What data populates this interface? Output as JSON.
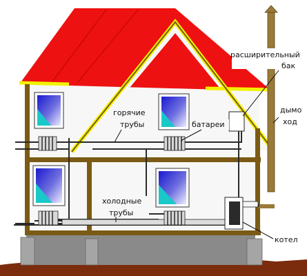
{
  "labels": {
    "expansion_tank_line1": "расширительный",
    "expansion_tank_line2": "бак",
    "chimney_line1": "дымо",
    "chimney_line2": "ход",
    "hot_pipes_line1": "горячие",
    "hot_pipes_line2": "трубы",
    "radiators": "батареи",
    "cold_pipes_line1": "холодные",
    "cold_pipes_line2": "трубы",
    "boiler": "котел"
  },
  "colors": {
    "roof": "#ee1111",
    "roof_trim": "#f2f200",
    "wall": "#f7f7f7",
    "timber": "#7a5a14",
    "foundation": "#8a8a8a",
    "ground": "#7a2c0c",
    "window_glass_dark": "#1a1ad0",
    "window_glass_light": "#e8e8ff",
    "window_cyan": "#19c8c8",
    "chimney": "#9a7a3a"
  },
  "icons": {
    "radiator": "radiator-icon",
    "boiler": "boiler-icon",
    "expansion_tank": "expansion-tank-icon"
  }
}
